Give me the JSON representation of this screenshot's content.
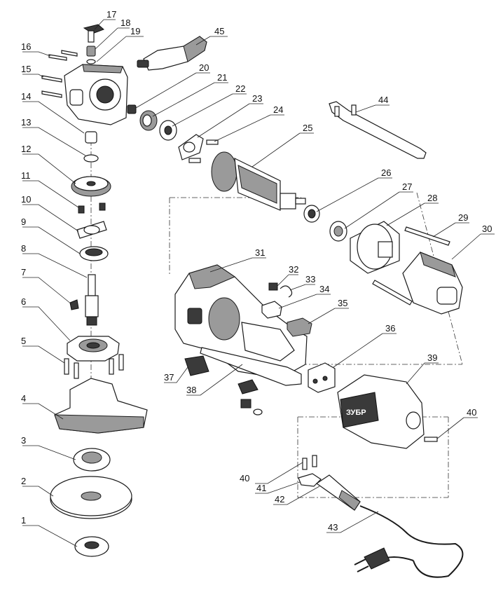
{
  "parts": [
    {
      "id": "1",
      "label": "1"
    },
    {
      "id": "2",
      "label": "2"
    },
    {
      "id": "3",
      "label": "3"
    },
    {
      "id": "4",
      "label": "4"
    },
    {
      "id": "5",
      "label": "5"
    },
    {
      "id": "6",
      "label": "6"
    },
    {
      "id": "7",
      "label": "7"
    },
    {
      "id": "8",
      "label": "8"
    },
    {
      "id": "9",
      "label": "9"
    },
    {
      "id": "10",
      "label": "10"
    },
    {
      "id": "11",
      "label": "11"
    },
    {
      "id": "12",
      "label": "12"
    },
    {
      "id": "13",
      "label": "13"
    },
    {
      "id": "14",
      "label": "14"
    },
    {
      "id": "15",
      "label": "15"
    },
    {
      "id": "16",
      "label": "16"
    },
    {
      "id": "17",
      "label": "17"
    },
    {
      "id": "18",
      "label": "18"
    },
    {
      "id": "19",
      "label": "19"
    },
    {
      "id": "20",
      "label": "20"
    },
    {
      "id": "21",
      "label": "21"
    },
    {
      "id": "22",
      "label": "22"
    },
    {
      "id": "23",
      "label": "23"
    },
    {
      "id": "24",
      "label": "24"
    },
    {
      "id": "25",
      "label": "25"
    },
    {
      "id": "26",
      "label": "26"
    },
    {
      "id": "27",
      "label": "27"
    },
    {
      "id": "28",
      "label": "28"
    },
    {
      "id": "29",
      "label": "29"
    },
    {
      "id": "30",
      "label": "30"
    },
    {
      "id": "31",
      "label": "31"
    },
    {
      "id": "32",
      "label": "32"
    },
    {
      "id": "33",
      "label": "33"
    },
    {
      "id": "34",
      "label": "34"
    },
    {
      "id": "35",
      "label": "35"
    },
    {
      "id": "36",
      "label": "36"
    },
    {
      "id": "37",
      "label": "37"
    },
    {
      "id": "38",
      "label": "38"
    },
    {
      "id": "39",
      "label": "39"
    },
    {
      "id": "40a",
      "label": "40"
    },
    {
      "id": "40b",
      "label": "40"
    },
    {
      "id": "41",
      "label": "41"
    },
    {
      "id": "42",
      "label": "42"
    },
    {
      "id": "43",
      "label": "43"
    },
    {
      "id": "44",
      "label": "44"
    },
    {
      "id": "45",
      "label": "45"
    }
  ],
  "brand_logo": "ЗУБР",
  "colors": {
    "line": "#1a1a1a",
    "shade": "#9a9a9a",
    "dark": "#3a3a3a",
    "background": "#ffffff"
  }
}
